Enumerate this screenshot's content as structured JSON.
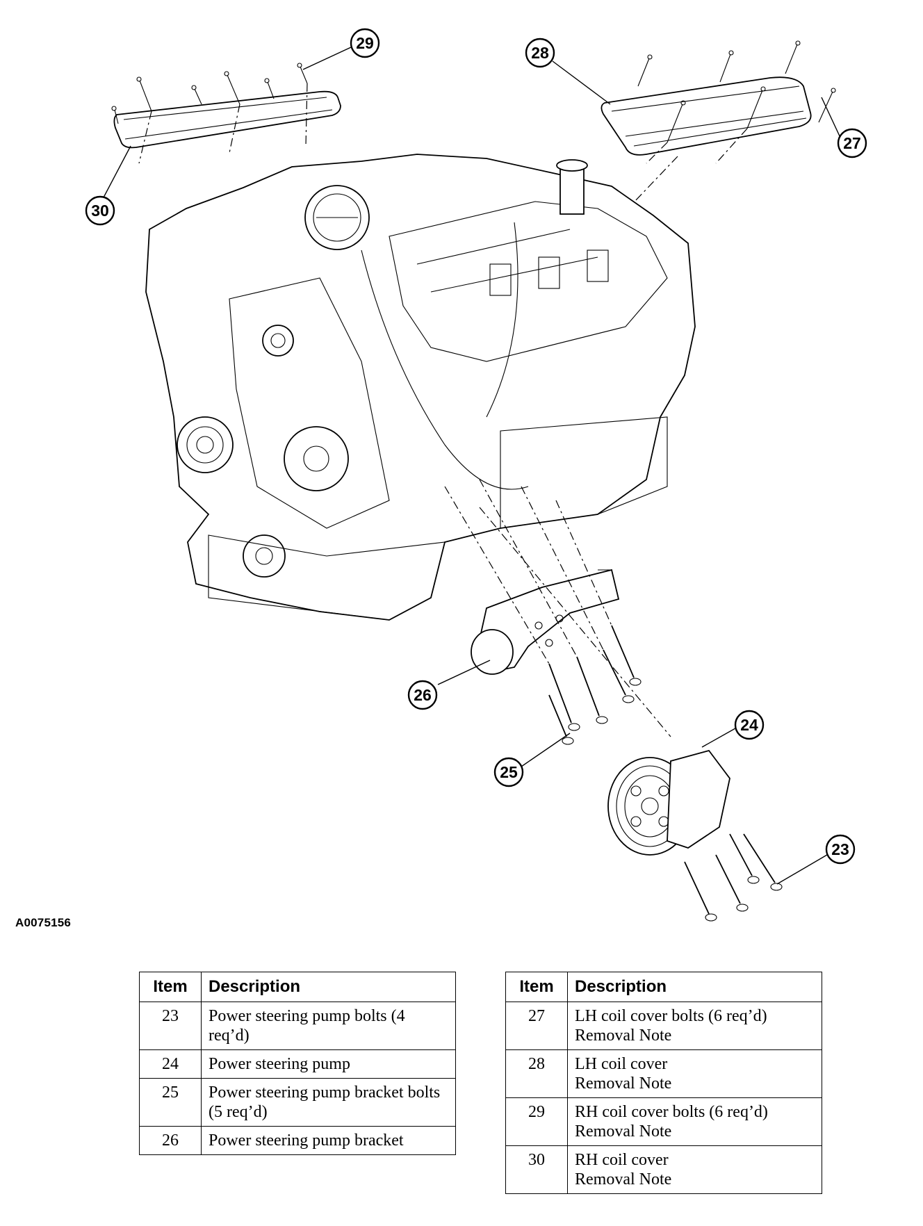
{
  "figure_id": "A0075156",
  "callouts": [
    {
      "id": "c23",
      "label": "23"
    },
    {
      "id": "c24",
      "label": "24"
    },
    {
      "id": "c25",
      "label": "25"
    },
    {
      "id": "c26",
      "label": "26"
    },
    {
      "id": "c27",
      "label": "27"
    },
    {
      "id": "c28",
      "label": "28"
    },
    {
      "id": "c29",
      "label": "29"
    },
    {
      "id": "c30",
      "label": "30"
    }
  ],
  "legend_left": {
    "header_item": "Item",
    "header_description": "Description",
    "rows": [
      {
        "item": "23",
        "description": "Power steering pump bolts (4 req’d)",
        "note": ""
      },
      {
        "item": "24",
        "description": "Power steering pump",
        "note": ""
      },
      {
        "item": "25",
        "description": "Power steering pump bracket bolts (5 req’d)",
        "note": ""
      },
      {
        "item": "26",
        "description": "Power steering pump bracket",
        "note": ""
      }
    ]
  },
  "legend_right": {
    "header_item": "Item",
    "header_description": "Description",
    "rows": [
      {
        "item": "27",
        "description": "LH coil cover bolts (6 req’d)",
        "note": "Removal Note"
      },
      {
        "item": "28",
        "description": "LH coil cover",
        "note": "Removal Note"
      },
      {
        "item": "29",
        "description": "RH coil cover bolts (6 req’d)",
        "note": "Removal Note"
      },
      {
        "item": "30",
        "description": "RH coil cover",
        "note": "Removal Note"
      }
    ]
  }
}
